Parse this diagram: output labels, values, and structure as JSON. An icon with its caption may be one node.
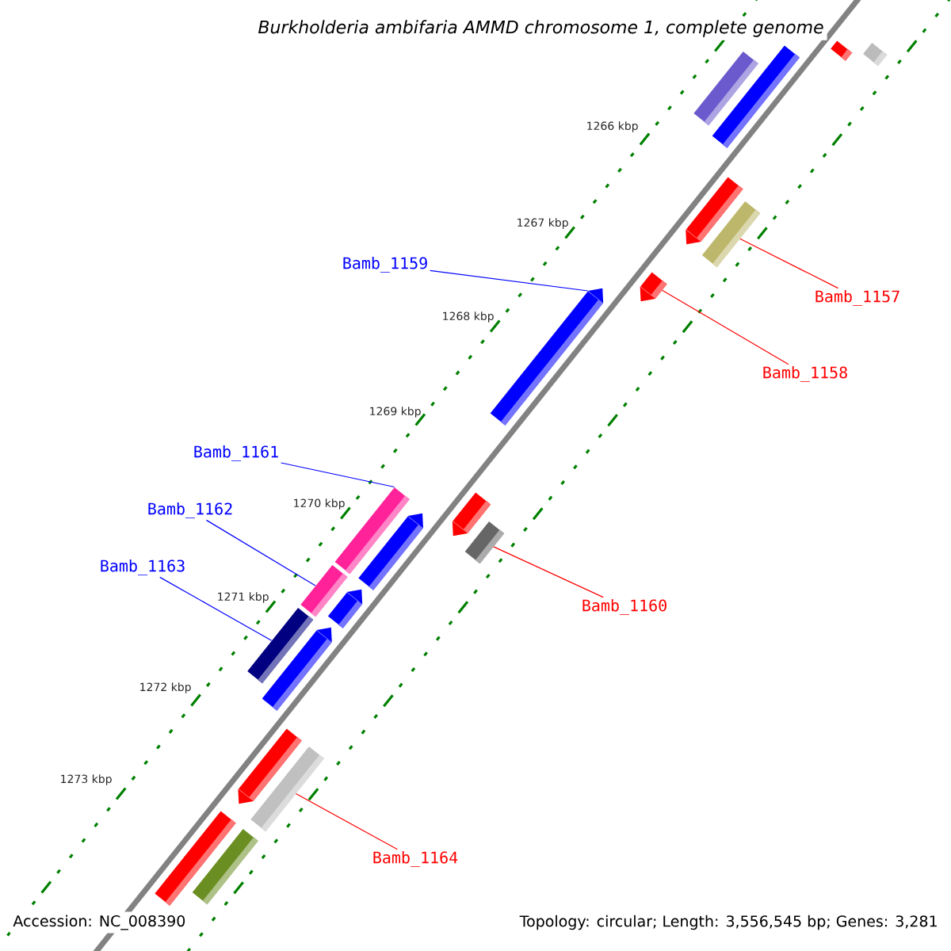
{
  "diagram": {
    "title": "Burkholderia ambifaria AMMD chromosome 1, complete genome",
    "nodes": [
      {
        "text": [],
        "shape": "bar"
      },
      {
        "text": [],
        "shape": "bar"
      },
      {
        "text": [],
        "shape": "bar"
      },
      {
        "text": [],
        "shape": "bar"
      },
      {
        "text": [],
        "shape": "bar"
      },
      {
        "text": [],
        "shape": "bar"
      },
      {
        "text": [],
        "shape": "bar"
      },
      {
        "text": [],
        "shape": "bar"
      },
      {
        "text": [],
        "shape": "bar"
      },
      {
        "text": [],
        "shape": "bar"
      },
      {
        "text": [],
        "shape": "bar"
      },
      {
        "text": [],
        "shape": "bar"
      },
      {
        "text": [],
        "shape": "bar"
      },
      {
        "text": [],
        "shape": "bar"
      },
      {
        "text": [],
        "shape": "bar"
      },
      {
        "text": [],
        "shape": "bar"
      },
      {
        "text": [],
        "shape": "bar"
      },
      {
        "text": [],
        "shape": "bar"
      },
      {
        "text": [],
        "shape": "bar"
      },
      {
        "text": [],
        "shape": "bar"
      },
      {
        "text": [
          "Bamb_1157"
        ]
      },
      {
        "text": [
          "Bamb_1158"
        ]
      },
      {
        "text": [
          "Bamb_1159"
        ]
      },
      {
        "text": [
          "Bamb_1160"
        ]
      },
      {
        "text": [
          "Bamb_1161"
        ]
      },
      {
        "text": [
          "Bamb_1162"
        ]
      },
      {
        "text": [
          "Bamb_1163"
        ]
      },
      {
        "text": [
          "Bamb_1164"
        ]
      }
    ],
    "edges": [
      {
        "from": 20,
        "to": 5,
        "arrow": "none",
        "color": "#ff0000"
      },
      {
        "from": 21,
        "to": 6,
        "arrow": "none",
        "color": "#ff0000"
      },
      {
        "from": 22,
        "to": 7,
        "arrow": "none",
        "color": "#0000ff"
      },
      {
        "from": 23,
        "to": 9,
        "arrow": "none",
        "color": "#ff0000"
      },
      {
        "from": 24,
        "to": 10,
        "arrow": "none",
        "color": "#0000ff"
      },
      {
        "from": 25,
        "to": 12,
        "arrow": "none",
        "color": "#0000ff"
      },
      {
        "from": 26,
        "to": 14,
        "arrow": "none",
        "color": "#0000ff"
      },
      {
        "from": 27,
        "to": 17,
        "arrow": "none",
        "color": "#ff0000"
      }
    ],
    "labels": [
      "1266 kbp",
      "1267 kbp",
      "1268 kbp",
      "1269 kbp",
      "1270 kbp",
      "1271 kbp",
      "1272 kbp",
      "1273 kbp",
      "Accession: NC_008390",
      "Topology: circular; Length: 3,556,545 bp; Genes: 3,281"
    ]
  }
}
